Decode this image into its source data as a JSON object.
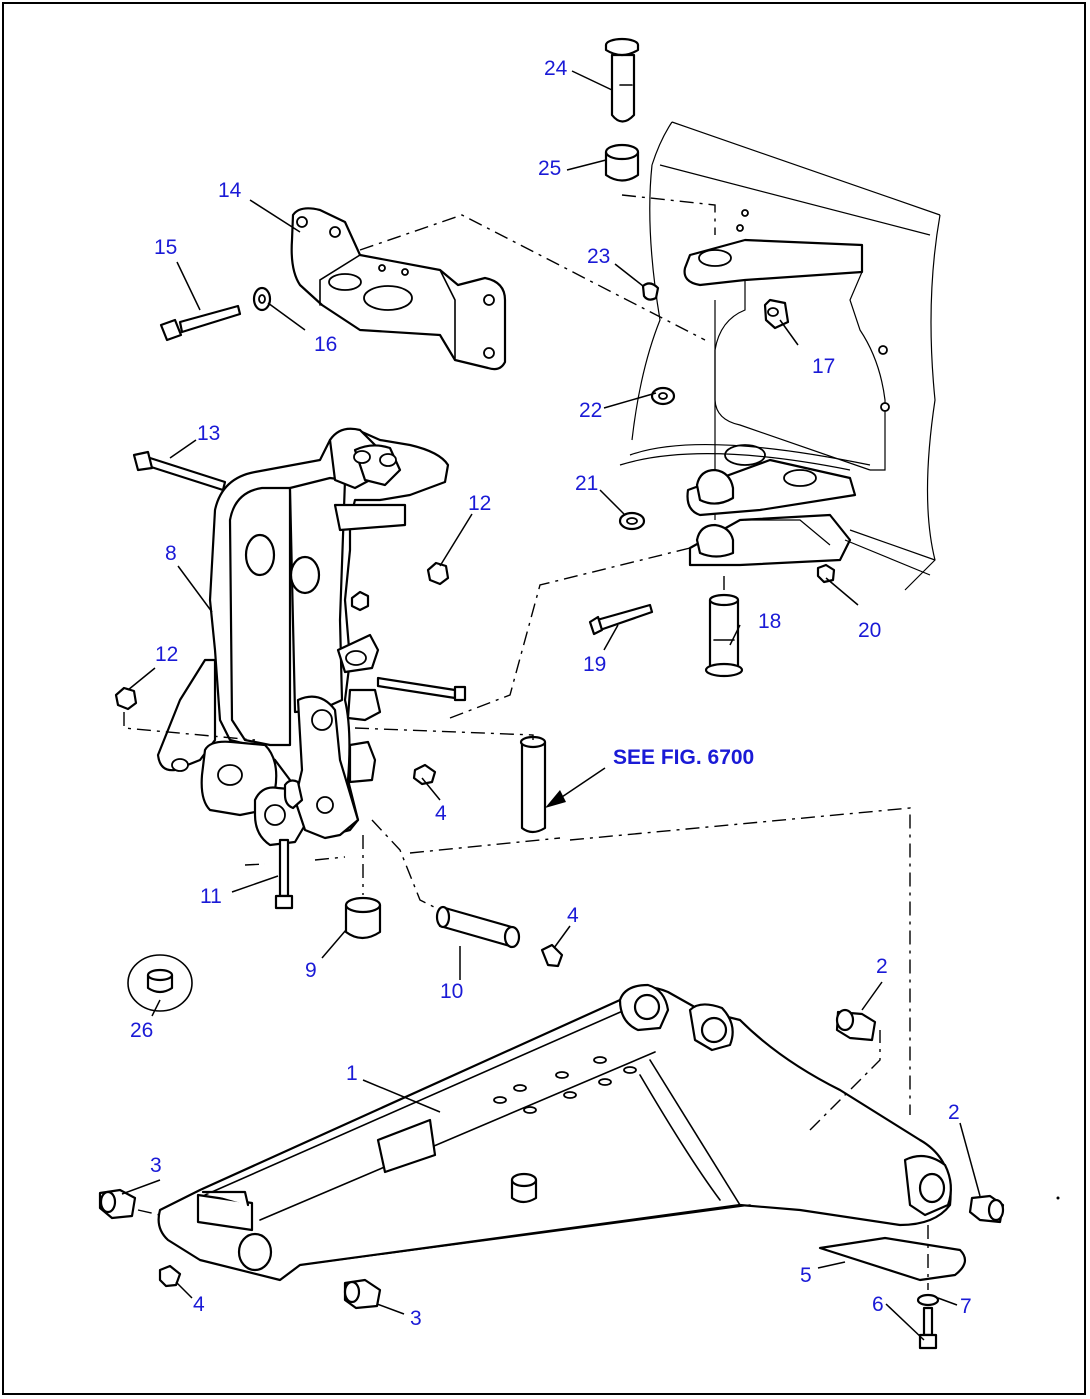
{
  "callouts": {
    "c1": "1",
    "c2a": "2",
    "c2b": "2",
    "c3a": "3",
    "c3b": "3",
    "c4a": "4",
    "c4b": "4",
    "c4c": "4",
    "c5": "5",
    "c6": "6",
    "c7": "7",
    "c8": "8",
    "c9": "9",
    "c10": "10",
    "c11": "11",
    "c12a": "12",
    "c12b": "12",
    "c13": "13",
    "c14": "14",
    "c15": "15",
    "c16": "16",
    "c17": "17",
    "c18": "18",
    "c19": "19",
    "c20": "20",
    "c21": "21",
    "c22": "22",
    "c23": "23",
    "c24": "24",
    "c25": "25",
    "c26": "26"
  },
  "reference": {
    "see_fig": "SEE FIG. 6700"
  },
  "colors": {
    "label": "#1a1ad6",
    "line": "#000000",
    "background": "#ffffff"
  }
}
